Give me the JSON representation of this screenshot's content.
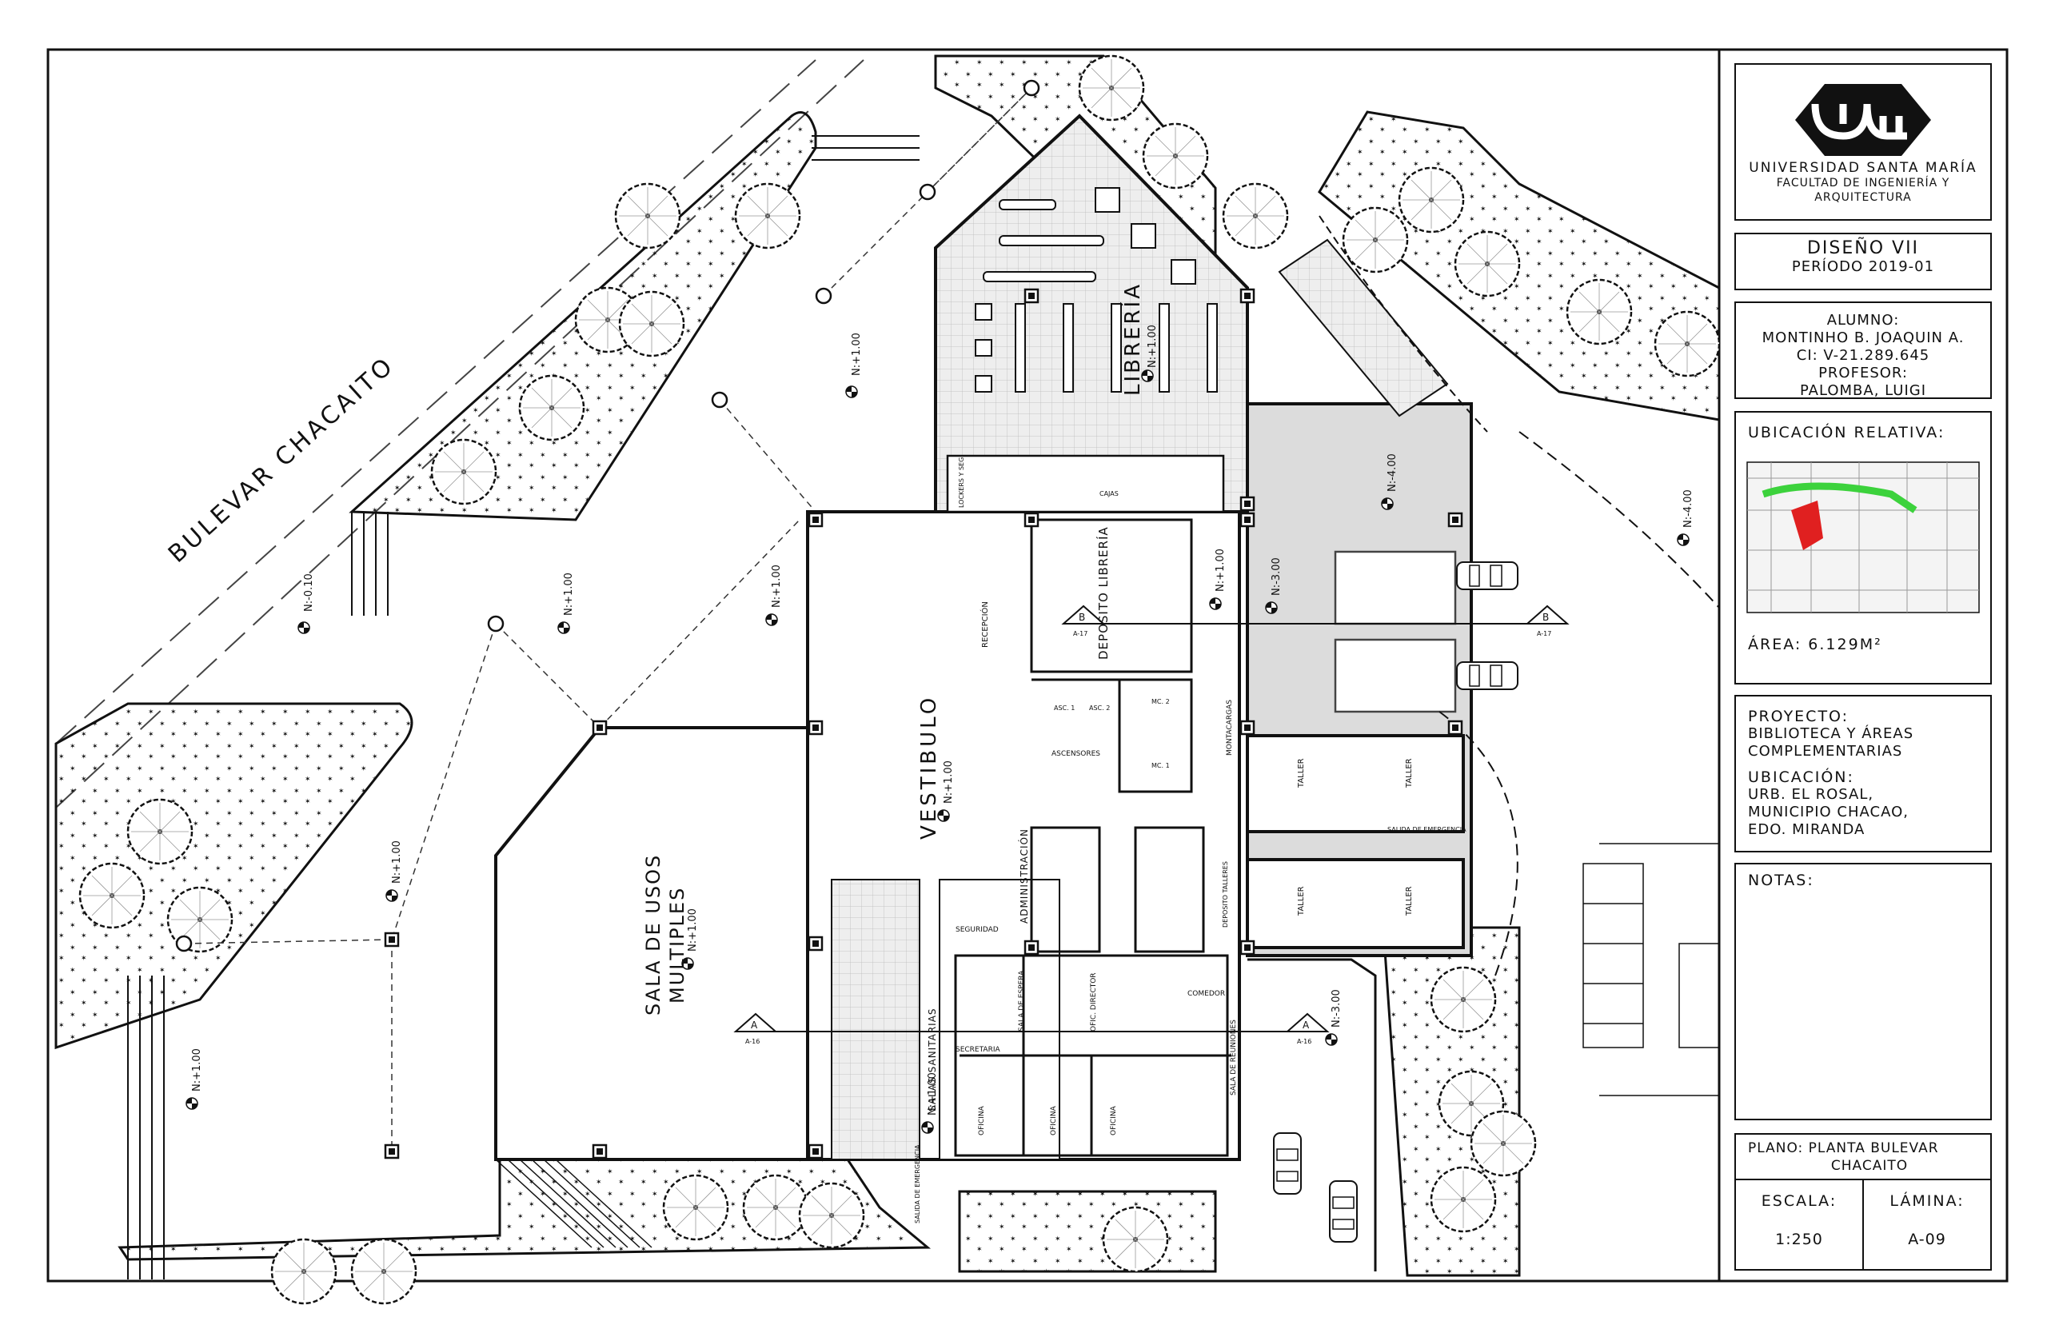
{
  "plan": {
    "street": "BULEVAR CHACAITO",
    "rooms": {
      "libreria": "LIBRERÍA",
      "deposito_libreria": "DEPOSITO LIBRERÍA",
      "vestibulo": "VESTIBULO",
      "recepcion": "RECEPCIÓN",
      "sala_usos_1": "SALA DE USOS",
      "sala_usos_2": "MULTIPLES",
      "administracion": "ADMINISTRACIÓN",
      "salas_sanitarias": "SALAS SANITARIAS",
      "sala_espera": "SALA DE ESPERA",
      "secretaria": "SECRETARIA",
      "seguridad": "SEGURIDAD",
      "oficina": "OFICINA",
      "ofic_director": "OFIC. DIRECTOR",
      "comedor": "COMEDOR",
      "sala_reuniones": "SALA DE REUNIONES",
      "taller": "TALLER",
      "deposito_talleres": "DEPOSITO TALLERES",
      "salida_emergencia": "SALIDA DE EMERGENCIA",
      "ascensores": "ASCENSORES",
      "montacargas": "MONTACARGAS",
      "lockers": "LOCKERS Y SEG.",
      "cajas": "CAJAS",
      "asc1": "ASC. 1",
      "asc2": "ASC. 2",
      "mc1": "MC. 1",
      "mc2": "MC. 2"
    },
    "levels": {
      "n_plus_1": "N:+1.00",
      "n_minus_010": "N:-0.10",
      "n_minus_3": "N:-3.00",
      "n_minus_4": "N:-4.00"
    },
    "sections": {
      "a": "A",
      "b": "B",
      "a_ref": "A-16",
      "b_ref": "A-17"
    }
  },
  "titleblock": {
    "university": "UNIVERSIDAD SANTA MARÍA",
    "faculty_1": "FACULTAD DE INGENIERÍA Y",
    "faculty_2": "ARQUITECTURA",
    "course": "DISEÑO VII",
    "period": "PERÍODO 2019-01",
    "student_label": "ALUMNO:",
    "student_name": "MONTINHO B. JOAQUIN A.",
    "student_id": "CI: V-21.289.645",
    "professor_label": "PROFESOR:",
    "professor_name": "PALOMBA, LUIGI",
    "location_title": "UBICACIÓN RELATIVA:",
    "area_label": "ÁREA: 6.129M²",
    "project_label": "PROYECTO:",
    "project_1": "BIBLIOTECA Y ÁREAS",
    "project_2": "COMPLEMENTARIAS",
    "ubicacion_label": "UBICACIÓN:",
    "ubicacion_1": "URB. EL ROSAL,",
    "ubicacion_2": "MUNICIPIO CHACAO,",
    "ubicacion_3": "EDO. MIRANDA",
    "notes_label": "NOTAS:",
    "plan_1": "PLANO: PLANTA BULEVAR",
    "plan_2": "CHACAITO",
    "scale_label": "ESCALA:",
    "scale_value": "1:250",
    "sheet_label": "LÁMINA:",
    "sheet_value": "A-09"
  },
  "colors": {
    "ink": "#111111",
    "tile": "#e6e6e6",
    "paving": "#dcdcdc",
    "marker": "#e02020",
    "green": "#3cd23c"
  }
}
